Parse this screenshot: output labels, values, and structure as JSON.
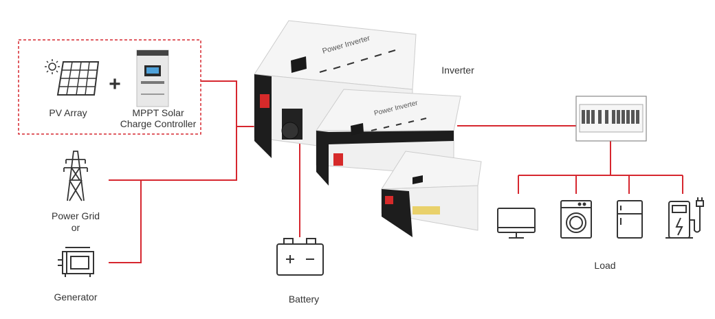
{
  "colors": {
    "wire": "#d6262e",
    "icon": "#333333",
    "dashed_box": "#d6262e",
    "inverter_body": "#f3f3f3",
    "inverter_dark": "#1b1b1b",
    "terminal_red": "#d62a2a"
  },
  "labels": {
    "pv_array": "PV Array",
    "mppt_line1": "MPPT Solar",
    "mppt_line2": "Charge Controller",
    "power_grid": "Power Grid",
    "or": "or",
    "generator": "Generator",
    "inverter": "Inverter",
    "battery": "Battery",
    "load": "Load",
    "plus": "+",
    "inverter_brand": "Power Inverter"
  },
  "icons": [
    "solar-panel-icon",
    "charge-controller-icon",
    "power-tower-icon",
    "generator-icon",
    "battery-icon",
    "breaker-panel-icon",
    "monitor-icon",
    "washing-machine-icon",
    "refrigerator-icon",
    "ev-charger-icon"
  ]
}
